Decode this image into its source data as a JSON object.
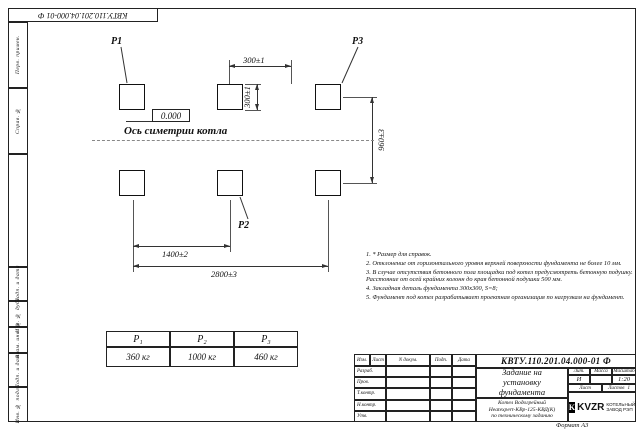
{
  "page": {
    "format_label": "Формат А3"
  },
  "margin_labels": [
    "Перв. примен.",
    "Справ. №",
    "Подп. и дата",
    "Инв. № дубл.",
    "Взам. инв. №",
    "Подп. и дата",
    "Инв. № подл."
  ],
  "drawing": {
    "point_labels": {
      "p1": "Р1",
      "p2": "Р2",
      "p3": "Р3"
    },
    "elevation": "0.000",
    "axis_label": "Ось симетрии котла",
    "dims": {
      "top_width": "300±1",
      "side_height": "300±1",
      "row_spacing": "960±3",
      "half_span": "1400±2",
      "full_span": "2800±3"
    }
  },
  "notes": [
    "1. * Размер для справок.",
    "2. Отклонение от горизонтального уровня верхней поверхности фундамента не более 10 мм.",
    "3. В случае отсутствия бетонного пола площадки под котел предусмотреть бетонную подушку. Расстояние от осей крайних колонн до края бетонной подушки 500 мм.",
    "4. Закладная деталь фундамента 300х300, S=8;",
    "5. Фундамент под котел разрабатывает проектная организация по нагрузкам на фундамент."
  ],
  "load_table": {
    "headers": [
      "Р₁",
      "Р₂",
      "Р₃"
    ],
    "values": [
      "360 кг",
      "1000 кг",
      "460 кг"
    ]
  },
  "title_block": {
    "designation": "КВТУ.110.201.04.000-01 Ф",
    "doc_title_lines": [
      "Задание на",
      "установку",
      "фундамента"
    ],
    "product_lines": [
      "Котел Водогрейный",
      "Heatexpert-КВр-125-КВД(К)",
      "по техническому заданию"
    ],
    "header_cells": [
      "Изм.",
      "Лист",
      "N докум.",
      "Подп.",
      "Дата"
    ],
    "roles": [
      "Разраб.",
      "Пров.",
      "Т.контр.",
      "Н.контр.",
      "Утв."
    ],
    "lit_labels": [
      "Лит.",
      "Масса",
      "Масштаб"
    ],
    "lit_value": "И",
    "mass_value": "",
    "scale_value": "1:20",
    "sheet_label": "Лист",
    "sheets_label": "Листов",
    "sheets_count": "1",
    "logo_text": "KVZR",
    "company_line1": "КОТЕЛЬНЫЙ",
    "company_line2": "ЗАВОД РЭП"
  }
}
